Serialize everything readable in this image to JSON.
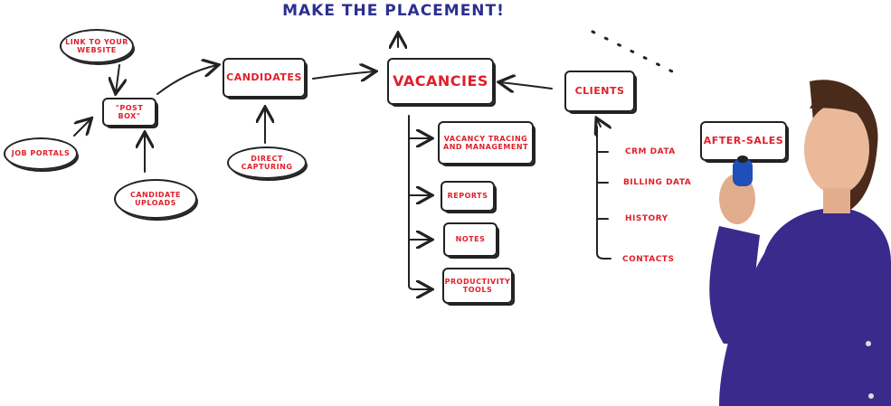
{
  "title": "MAKE THE PLACEMENT!",
  "nodes": {
    "link_website": "LINK TO YOUR WEBSITE",
    "post_box": "\"POST BOX\"",
    "job_portals": "JOB PORTALS",
    "candidate_uploads": "CANDIDATE UPLOADS",
    "candidates": "CANDIDATES",
    "direct_capturing": "DIRECT CAPTURING",
    "vacancies": "VACANCIES",
    "vacancy_tracing": "VACANCY TRACING AND MANAGEMENT",
    "reports": "REPORTS",
    "notes": "NOTES",
    "productivity_tools": "PRODUCTIVITY TOOLS",
    "clients": "CLIENTS",
    "after_sales": "AFTER-SALES"
  },
  "client_items": [
    "CRM DATA",
    "BILLING DATA",
    "HISTORY",
    "CONTACTS"
  ],
  "colors": {
    "ink": "#222222",
    "red_text": "#e0202a",
    "title_blue": "#2b2f8f",
    "shirt": "#3a2a8c"
  }
}
